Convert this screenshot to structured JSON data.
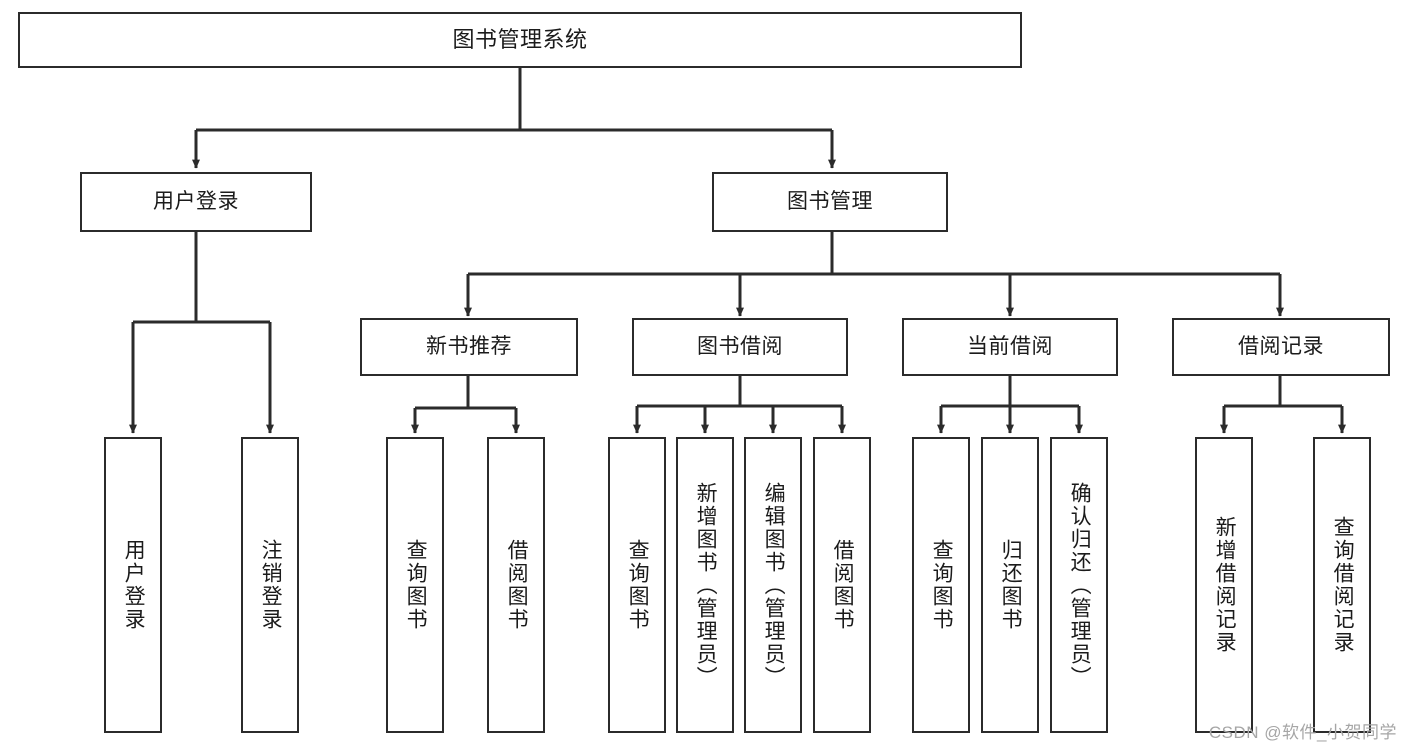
{
  "diagram": {
    "title": "图书管理系统",
    "type": "tree-hierarchy-diagram",
    "colors": {
      "box_border": "#2b2b2b",
      "box_fill": "#ffffff",
      "edge": "#2b2b2b",
      "text": "#1b1b1b",
      "watermark": "#a6a6a6",
      "background": "#ffffff"
    },
    "nodes": {
      "root": {
        "label": "图书管理系统"
      },
      "level2": [
        {
          "label": "用户登录"
        },
        {
          "label": "图书管理"
        }
      ],
      "level3": [
        {
          "label": "新书推荐"
        },
        {
          "label": "图书借阅"
        },
        {
          "label": "当前借阅"
        },
        {
          "label": "借阅记录"
        }
      ],
      "leaves": {
        "user_login": [
          {
            "label": "用户登录"
          },
          {
            "label": "注销登录"
          }
        ],
        "new_book_recommend": [
          {
            "label": "查询图书"
          },
          {
            "label": "借阅图书"
          }
        ],
        "book_borrow": [
          {
            "label": "查询图书"
          },
          {
            "label": "新增图书（管理员）"
          },
          {
            "label": "编辑图书（管理员）"
          },
          {
            "label": "借阅图书"
          }
        ],
        "current_borrow": [
          {
            "label": "查询图书"
          },
          {
            "label": "归还图书"
          },
          {
            "label": "确认归还（管理员）"
          }
        ],
        "borrow_record": [
          {
            "label": "新增借阅记录"
          },
          {
            "label": "查询借阅记录"
          }
        ]
      }
    },
    "watermark": "CSDN @软件_小贺同学"
  }
}
